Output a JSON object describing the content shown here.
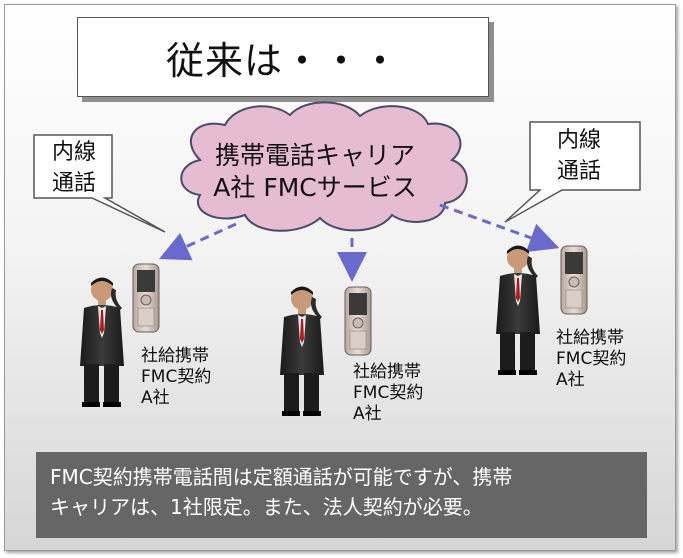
{
  "title": "従来は・・・",
  "cloud": {
    "line1": "携帯電話キャリア",
    "line2": "A社 FMCサービス"
  },
  "callouts": {
    "left": {
      "line1": "内線",
      "line2": "通話"
    },
    "right": {
      "line1": "内線",
      "line2": "通話"
    }
  },
  "people": [
    {
      "line1": "社給携帯",
      "line2": "FMC契約",
      "line3": "A社"
    },
    {
      "line1": "社給携帯",
      "line2": "FMC契約",
      "line3": "A社"
    },
    {
      "line1": "社給携帯",
      "line2": "FMC契約",
      "line3": "A社"
    }
  ],
  "note": {
    "line1": "FMC契約携帯電話間は定額通話が可能ですが、携帯",
    "line2": "キャリアは、1社限定。また、法人契約が必要。"
  },
  "colors": {
    "cloud_fill": "#e6bcd2",
    "cloud_stroke": "#4a4a6a",
    "arrow": "#6a6acc",
    "note_bg": "#666666"
  }
}
